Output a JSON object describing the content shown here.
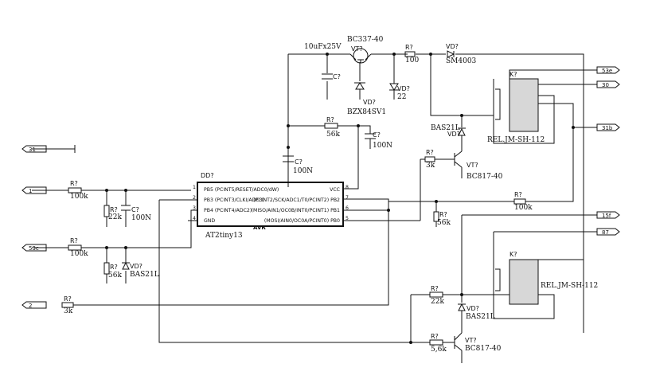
{
  "mcu": {
    "ref": "DD?",
    "part": "AT2tiny13",
    "logo": "AVR",
    "pins_left": [
      {
        "num": "1",
        "name": "PB5 (PCINT5/RESET/ADC0/dW)"
      },
      {
        "num": "2",
        "name": "PB3 (PCINT3/CLKI/ADC3)"
      },
      {
        "num": "3",
        "name": "PB4 (PCINT4/ADC2)"
      },
      {
        "num": "4",
        "name": "GND"
      }
    ],
    "pins_right": [
      {
        "num": "8",
        "name": "VCC"
      },
      {
        "num": "7",
        "name": "(PCINT2/SCK/ADC1/T0/PCINT2) PB2"
      },
      {
        "num": "6",
        "name": "(MISO/AIN1/OC0B/INT0/PCINT1) PB1"
      },
      {
        "num": "5",
        "name": "(MOSI/AIN0/OC0A/PCINT0) PB0"
      }
    ]
  },
  "connectors": {
    "in1": "1",
    "in31": "31",
    "in53c": "53c",
    "in2": "2",
    "out53e": "53e",
    "out30": "30",
    "out31b": "31b",
    "out15f": "15f",
    "out87": "87"
  },
  "parts": {
    "c_top": {
      "ref": "C?",
      "val": "10uFx25V"
    },
    "vt_top": {
      "ref": "VT?",
      "val": "BC337-40"
    },
    "r_top": {
      "ref": "R?",
      "val": "100"
    },
    "vd_top": {
      "ref": "VD?",
      "val": "SM4003"
    },
    "vd_z1": {
      "ref": "VD?",
      "val": "BZX84SV1"
    },
    "vd_z2": {
      "ref": "VD?",
      "val": "22"
    },
    "r_56k_top": {
      "ref": "R?",
      "val": "56k"
    },
    "c_100n_right": {
      "ref": "C?",
      "val": "100N"
    },
    "c_100n_vcc": {
      "ref": "C?",
      "val": "100N"
    },
    "vd_bas_upper": {
      "ref": "VD?",
      "val": "BAS21L"
    },
    "k_upper": {
      "ref": "K?",
      "val": "REL.JM-SH-112"
    },
    "r_3k_mid": {
      "ref": "R?",
      "val": "3k"
    },
    "vt_mid": {
      "ref": "VT?",
      "val": "BC817-40"
    },
    "r_in1": {
      "ref": "R?",
      "val": "100k"
    },
    "r_in1_down": {
      "ref": "R?",
      "val": "22k"
    },
    "c_in1": {
      "ref": "C?",
      "val": "100N"
    },
    "r_pb1": {
      "ref": "R?",
      "val": "100k"
    },
    "r_pb0_down": {
      "ref": "R?",
      "val": "56k"
    },
    "r_in53c": {
      "ref": "R?",
      "val": "100k"
    },
    "r_in53c_down": {
      "ref": "R?",
      "val": "56k"
    },
    "vd_in53c": {
      "ref": "VD?",
      "val": "BAS21L"
    },
    "r_in2": {
      "ref": "R?",
      "val": "3k"
    },
    "k_lower": {
      "ref": "K?",
      "val": "REL.JM-SH-112"
    },
    "r_22k_low": {
      "ref": "R?",
      "val": "22k"
    },
    "vd_bas_lower": {
      "ref": "VD?",
      "val": "BAS21L"
    },
    "r_56k_low": {
      "ref": "R?",
      "val": "5,6k"
    },
    "vt_low": {
      "ref": "VT?",
      "val": "BC817-40"
    }
  }
}
